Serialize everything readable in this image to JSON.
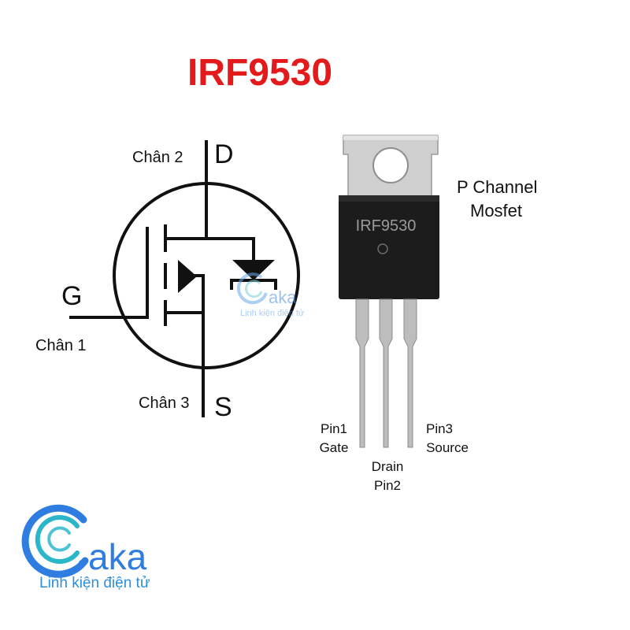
{
  "title": "IRF9530",
  "colors": {
    "title": "#e31a1c",
    "symbol": "#111111",
    "logo_blue": "#2f7de1",
    "logo_teal": "#2bb6c9",
    "package_tab": "#c9c9c9",
    "package_body": "#1c1c1c",
    "pin": "#b5b5b5"
  },
  "symbol": {
    "drain_letter": "D",
    "gate_letter": "G",
    "source_letter": "S",
    "drain_pin_label": "Chân 2",
    "gate_pin_label": "Chân 1",
    "source_pin_label": "Chân 3"
  },
  "package": {
    "marking": "IRF9530",
    "type_line1": "P Channel",
    "type_line2": "Mosfet",
    "pin1_line1": "Pin1",
    "pin1_line2": "Gate",
    "pin2_line1": "Drain",
    "pin2_line2": "Pin2",
    "pin3_line1": "Pin3",
    "pin3_line2": "Source"
  },
  "logo": {
    "brand": "aka",
    "tagline": "Linh kiện điện tử"
  },
  "watermark": {
    "brand": "aka",
    "tagline": "Linh kiện điện tử"
  }
}
